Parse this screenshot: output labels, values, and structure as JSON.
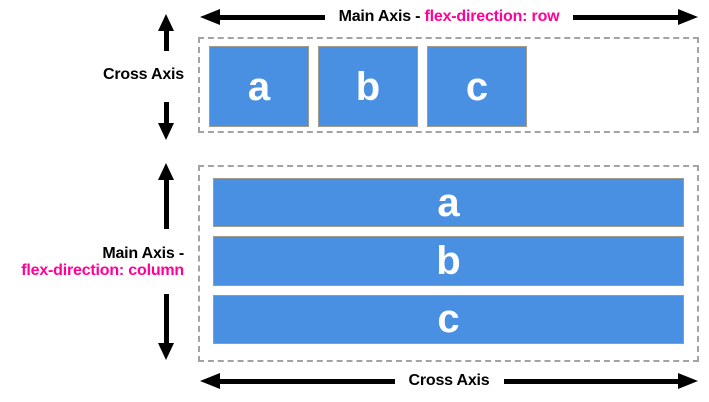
{
  "diagram": {
    "row_section": {
      "main_axis_label_prefix": "Main Axis - ",
      "main_axis_label_code": "flex-direction: row",
      "cross_axis_label": "Cross Axis",
      "items": [
        "a",
        "b",
        "c"
      ]
    },
    "column_section": {
      "main_axis_label_prefix": "Main Axis -",
      "main_axis_label_code": "flex-direction: column",
      "cross_axis_label": "Cross Axis",
      "items": [
        "a",
        "b",
        "c"
      ]
    },
    "icons": {
      "horizontal_double_arrow": "css-triangle-arrows",
      "vertical_double_arrow": "css-triangle-arrows"
    },
    "colors": {
      "item_blue": "#4a90e2",
      "accent_pink": "#ff0099",
      "arrow_black": "#000000",
      "container_dashed_border": "#a3a3a3",
      "item_border": "#a09a86",
      "item_text": "#ffffff"
    }
  }
}
